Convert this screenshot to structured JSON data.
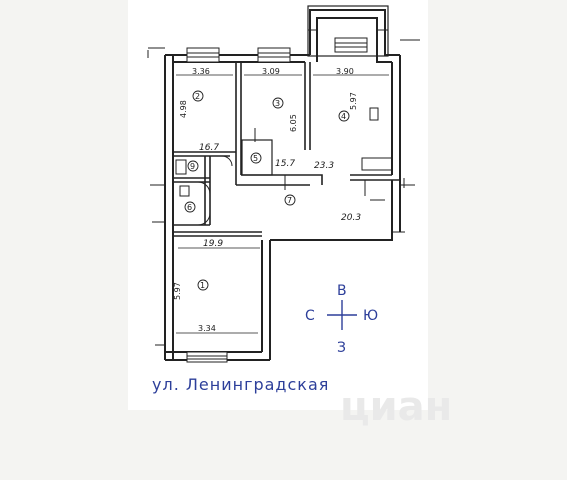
{
  "plan": {
    "street": "ул. Ленинградская",
    "watermark": "циан",
    "compass": {
      "north": "В",
      "south": "З",
      "west": "С",
      "east": "Ю"
    },
    "rooms": {
      "r1": {
        "number": "1",
        "width": "3.34",
        "length": "5.97",
        "area": "19.9"
      },
      "r2": {
        "number": "2",
        "width": "3.36",
        "length": "4.98",
        "area": "16.7"
      },
      "r3": {
        "number": "3",
        "width": "3.09",
        "length": "6.05",
        "area": "15.7"
      },
      "r4": {
        "number": "4",
        "width": "3.90",
        "length": "5.97",
        "area": "23.3"
      },
      "r5": {
        "number": "5"
      },
      "r6": {
        "number": "6"
      },
      "r7": {
        "number": "7",
        "area": "20.3"
      },
      "r9": {
        "number": "9"
      }
    }
  }
}
